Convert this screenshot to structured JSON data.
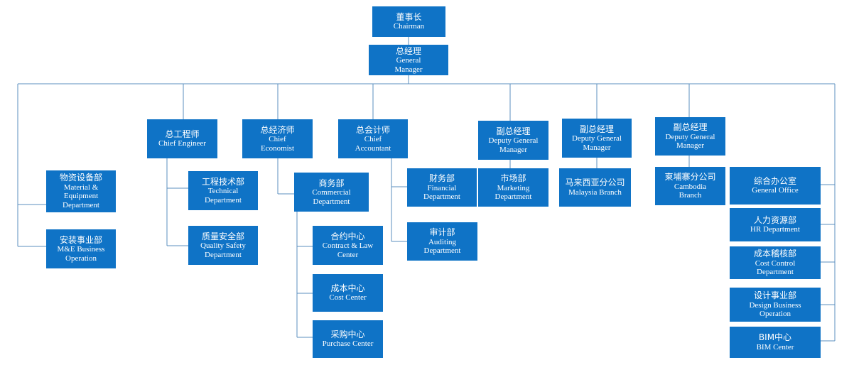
{
  "chart": {
    "chairman": {
      "zh": "董事长",
      "en": "Chairman"
    },
    "general_manager": {
      "zh": "总经理",
      "en": "General Manager"
    },
    "material_equipment": {
      "zh": "物资设备部",
      "en": "Material & Equipment Department"
    },
    "me_business": {
      "zh": "安装事业部",
      "en": "M&E Business Operation"
    },
    "chief_engineer": {
      "zh": "总工程师",
      "en": "Chief Engineer"
    },
    "technical_department": {
      "zh": "工程技术部",
      "en": "Technical Department"
    },
    "quality_safety": {
      "zh": "质量安全部",
      "en": "Quality Safety Department"
    },
    "chief_economist": {
      "zh": "总经济师",
      "en": "Chief Economist"
    },
    "commercial_department": {
      "zh": "商务部",
      "en": "Commercial Department"
    },
    "contract_law": {
      "zh": "合约中心",
      "en": "Contract & Law Center"
    },
    "cost_center": {
      "zh": "成本中心",
      "en": "Cost Center"
    },
    "purchase_center": {
      "zh": "采购中心",
      "en": "Purchase Center"
    },
    "chief_accountant": {
      "zh": "总会计师",
      "en": "Chief Accountant"
    },
    "financial_department": {
      "zh": "财务部",
      "en": "Financial Department"
    },
    "auditing_department": {
      "zh": "审计部",
      "en": "Auditing Department"
    },
    "deputy_gm_1": {
      "zh": "副总经理",
      "en": "Deputy General Manager"
    },
    "marketing_department": {
      "zh": "市场部",
      "en": "Marketing Department"
    },
    "deputy_gm_2": {
      "zh": "副总经理",
      "en": "Deputy General Manager"
    },
    "malaysia_branch": {
      "zh": "马来西亚分公司",
      "en": "Malaysia Branch"
    },
    "deputy_gm_3": {
      "zh": "副总经理",
      "en": "Deputy General Manager"
    },
    "cambodia_branch": {
      "zh": "柬埔寨分公司",
      "en": "Cambodia Branch"
    },
    "general_office": {
      "zh": "综合办公室",
      "en": "General Office"
    },
    "hr_department": {
      "zh": "人力资源部",
      "en": "HR Department"
    },
    "cost_control": {
      "zh": "成本稽核部",
      "en": "Cost Control Department"
    },
    "design_business": {
      "zh": "设计事业部",
      "en": "Design Business Operation"
    },
    "bim_center": {
      "zh": "BIM中心",
      "en": "BIM Center"
    }
  }
}
